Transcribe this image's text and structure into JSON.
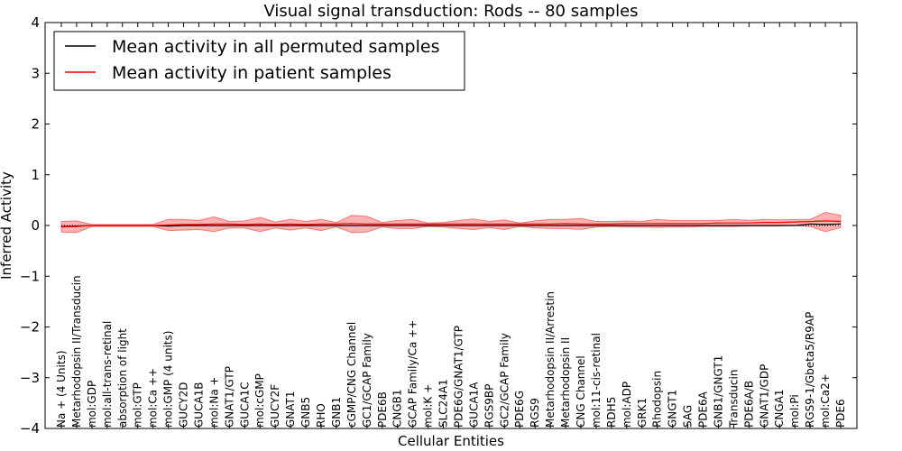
{
  "chart_data": {
    "type": "line",
    "title": "Visual signal transduction: Rods -- 80 samples",
    "xlabel": "Cellular Entities",
    "ylabel": "Inferred Activity",
    "ylim": [
      -4,
      4
    ],
    "yticks": [
      "−4",
      "−3",
      "−2",
      "−1",
      "0",
      "1",
      "2",
      "3",
      "4"
    ],
    "ytick_values": [
      -4,
      -3,
      -2,
      -1,
      0,
      1,
      2,
      3,
      4
    ],
    "legend_position": "top-left",
    "colors": {
      "permuted": "#000000",
      "patient": "#ff0000",
      "band": "#ff0000"
    },
    "categories": [
      "Na + (4 Units)",
      "Metarhodopsin II/Transducin",
      "mol:GDP",
      "mol:all-trans-retinal",
      "absorption of light",
      "mol:GTP",
      "mol:Ca ++",
      "mol:GMP (4 units)",
      "GUCY2D",
      "GUCA1B",
      "mol:Na +",
      "GNAT1/GTP",
      "GUCA1C",
      "mol:cGMP",
      "GUCY2F",
      "GNAT1",
      "GNB5",
      "RHO",
      "GNB1",
      "cGMP/CNG Channel",
      "GC1/GCAP Family",
      "PDE6B",
      "CNGB1",
      "GCAP Family/Ca ++",
      "mol:K +",
      "SLC24A1",
      "PDE6G/GNAT1/GTP",
      "GUCA1A",
      "RGS9BP",
      "GC2/GCAP Family",
      "PDE6G",
      "RGS9",
      "Metarhodopsin II/Arrestin",
      "Metarhodopsin II",
      "CNG Channel",
      "mol:11-cis-retinal",
      "RDH5",
      "mol:ADP",
      "GRK1",
      "Rhodopsin",
      "GNGT1",
      "SAG",
      "PDE6A",
      "GNB1/GNGT1",
      "Transducin",
      "PDE6A/B",
      "GNAT1/GDP",
      "CNGA1",
      "mol:Pi",
      "RGS9-1/Gbeta5/R9AP",
      "mol:Ca2+",
      "PDE6"
    ],
    "series": [
      {
        "name": "Mean activity in all permuted samples",
        "values": [
          -0.02,
          -0.01,
          0,
          0,
          0,
          0,
          0,
          -0.01,
          0,
          0,
          0,
          0,
          0,
          0,
          0,
          0,
          0,
          0,
          0,
          0,
          0,
          0,
          0,
          0,
          0,
          0,
          0,
          0,
          0,
          0,
          0,
          0,
          0,
          0,
          0,
          0,
          0,
          0,
          0,
          0,
          0,
          0,
          0,
          0,
          0,
          0,
          0,
          0,
          0,
          0.03,
          0.02,
          0.03
        ]
      },
      {
        "name": "Mean activity in patient samples",
        "values": [
          -0.03,
          -0.02,
          0,
          0,
          0,
          0,
          0,
          0.01,
          0.02,
          0.02,
          0.03,
          0.03,
          0.02,
          0.03,
          0.02,
          0.03,
          0.02,
          0.03,
          0.03,
          0.04,
          0.03,
          0.03,
          0.03,
          0.03,
          0.03,
          0.03,
          0.03,
          0.03,
          0.03,
          0.03,
          0.03,
          0.03,
          0.03,
          0.04,
          0.03,
          0.03,
          0.03,
          0.04,
          0.04,
          0.04,
          0.04,
          0.04,
          0.04,
          0.05,
          0.05,
          0.05,
          0.06,
          0.06,
          0.07,
          0.08,
          0.09,
          0.08
        ]
      }
    ],
    "band": {
      "upper": [
        0.08,
        0.09,
        0.02,
        0.02,
        0.02,
        0.02,
        0.02,
        0.12,
        0.12,
        0.1,
        0.17,
        0.08,
        0.09,
        0.16,
        0.07,
        0.12,
        0.08,
        0.12,
        0.06,
        0.2,
        0.18,
        0.06,
        0.1,
        0.12,
        0.05,
        0.06,
        0.1,
        0.13,
        0.08,
        0.11,
        0.05,
        0.09,
        0.12,
        0.12,
        0.14,
        0.08,
        0.08,
        0.09,
        0.08,
        0.12,
        0.1,
        0.1,
        0.1,
        0.1,
        0.12,
        0.1,
        0.12,
        0.11,
        0.12,
        0.12,
        0.26,
        0.2
      ],
      "lower": [
        -0.13,
        -0.14,
        -0.02,
        -0.02,
        -0.02,
        -0.02,
        -0.02,
        -0.1,
        -0.09,
        -0.08,
        -0.12,
        -0.05,
        -0.05,
        -0.12,
        -0.05,
        -0.09,
        -0.05,
        -0.1,
        -0.03,
        -0.14,
        -0.13,
        -0.03,
        -0.06,
        -0.06,
        -0.02,
        -0.03,
        -0.06,
        -0.08,
        -0.04,
        -0.08,
        -0.02,
        -0.05,
        -0.06,
        -0.06,
        -0.08,
        -0.03,
        -0.02,
        -0.03,
        -0.03,
        -0.04,
        -0.03,
        -0.03,
        -0.02,
        -0.02,
        -0.02,
        -0.01,
        -0.01,
        -0.01,
        0,
        -0.02,
        -0.12,
        -0.04
      ]
    }
  }
}
